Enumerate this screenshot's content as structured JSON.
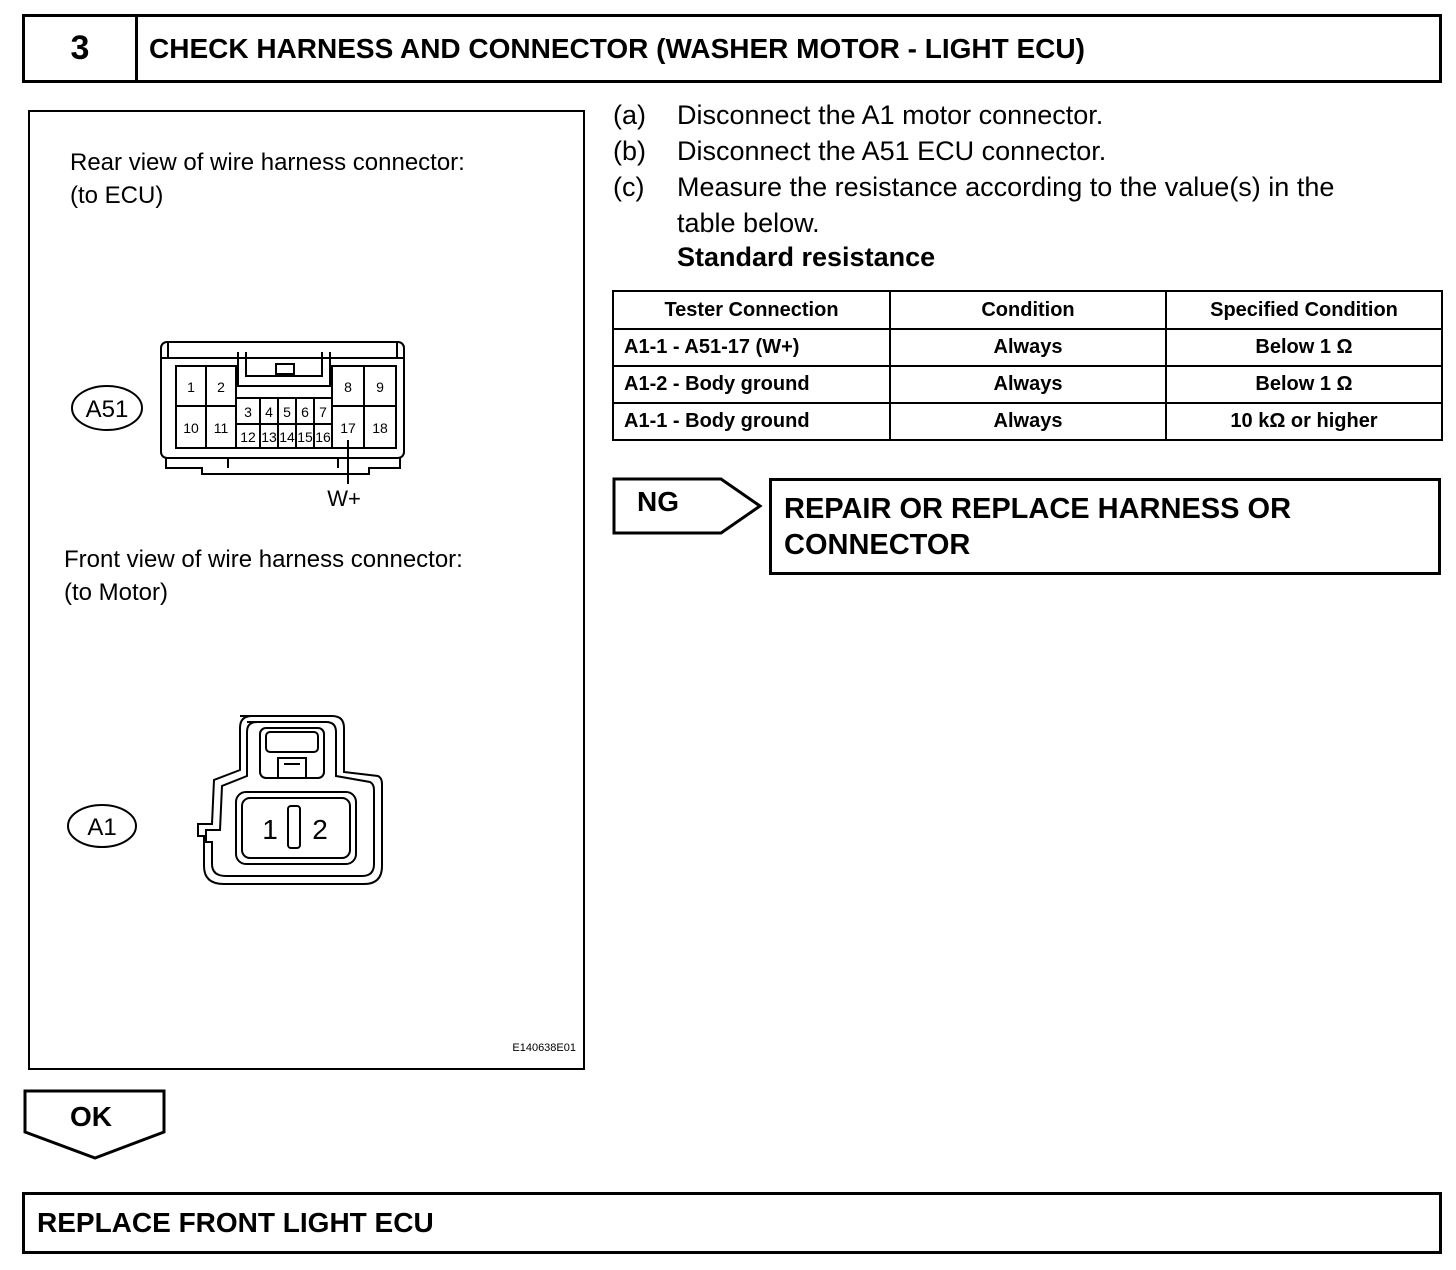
{
  "header": {
    "step_number": "3",
    "title": "CHECK HARNESS AND CONNECTOR (WASHER MOTOR - LIGHT ECU)"
  },
  "figure": {
    "ecu_caption_line1": "Rear view of wire harness connector:",
    "ecu_caption_line2": "(to ECU)",
    "ecu_connector_id": "A51",
    "ecu_pins": [
      "1",
      "2",
      "3",
      "4",
      "5",
      "6",
      "7",
      "8",
      "9",
      "10",
      "11",
      "12",
      "13",
      "14",
      "15",
      "16",
      "17",
      "18"
    ],
    "ecu_terminal_label": "W+",
    "motor_caption_line1": "Front view of wire harness connector:",
    "motor_caption_line2": "(to Motor)",
    "motor_connector_id": "A1",
    "motor_pins": [
      "1",
      "2"
    ],
    "figure_code": "E140638E01"
  },
  "steps": [
    {
      "letter": "(a)",
      "text": "Disconnect the A1 motor connector."
    },
    {
      "letter": "(b)",
      "text": "Disconnect the A51 ECU connector."
    },
    {
      "letter": "(c)",
      "text": "Measure the resistance according to the value(s) in the",
      "text2": "table below."
    }
  ],
  "standard_label": "Standard resistance",
  "table": {
    "headers": [
      "Tester Connection",
      "Condition",
      "Specified Condition"
    ],
    "rows": [
      [
        "A1-1 - A51-17 (W+)",
        "Always",
        "Below 1 Ω"
      ],
      [
        "A1-2 - Body ground",
        "Always",
        "Below 1 Ω"
      ],
      [
        "A1-1 - Body ground",
        "Always",
        "10 kΩ or higher"
      ]
    ]
  },
  "ng": {
    "label": "NG",
    "action_line1": "REPAIR OR REPLACE HARNESS OR",
    "action_line2": "CONNECTOR"
  },
  "ok": {
    "label": "OK"
  },
  "final": {
    "action": "REPLACE FRONT LIGHT ECU"
  }
}
